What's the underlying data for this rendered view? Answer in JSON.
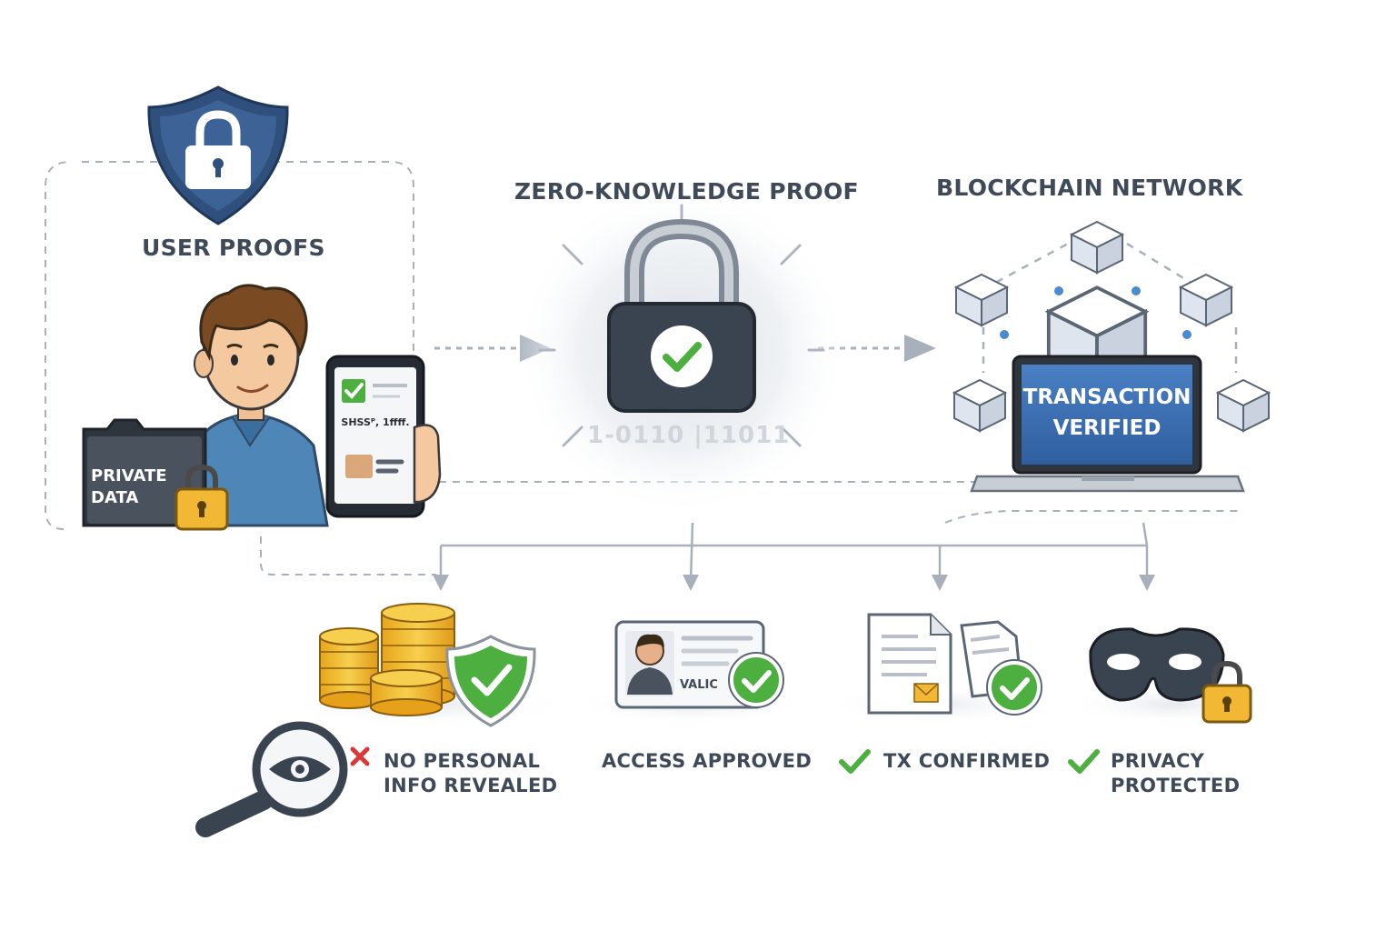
{
  "user_section": {
    "title": "USER PROOFS",
    "folder_line1": "PRIVATE",
    "folder_line2": "DATA",
    "phone_text": "SHSSᴾ, 1ffff."
  },
  "zkp_section": {
    "title": "ZERO-KNOWLEDGE PROOF",
    "binary_text": "1-0110 |11011"
  },
  "blockchain_section": {
    "title": "BLOCKCHAIN NETWORK",
    "screen_line1": "TRANSACTION",
    "screen_line2": "VERIFIED"
  },
  "outcomes": [
    {
      "id": "no-personal-info",
      "line1": "NO PERSONAL",
      "line2": "INFO REVEALED",
      "mark": "cross"
    },
    {
      "id": "access-approved",
      "line1": "ACCESS APPROVED",
      "line2": "",
      "mark": "none",
      "card_text": "VALIC"
    },
    {
      "id": "tx-confirmed",
      "line1": "TX CONFIRMED",
      "line2": "",
      "mark": "check"
    },
    {
      "id": "privacy-protected",
      "line1": "PRIVACY",
      "line2": "PROTECTED",
      "mark": "check"
    }
  ],
  "colors": {
    "navy": "#2f4f7c",
    "dark": "#394250",
    "green": "#4caf3f",
    "gold": "#f2b834",
    "blue_screen": "#3a6cb0",
    "text": "#3f4a59",
    "red": "#d83a3a",
    "line": "#a8b0bb"
  },
  "icons": [
    "shield-lock-icon",
    "padlock-check-icon",
    "coins-icon",
    "shield-check-icon",
    "id-card-icon",
    "documents-icon",
    "mask-icon",
    "magnifier-eye-icon",
    "cross-icon",
    "check-icon",
    "cube-icon",
    "laptop-icon",
    "folder-icon",
    "smartphone-icon"
  ]
}
